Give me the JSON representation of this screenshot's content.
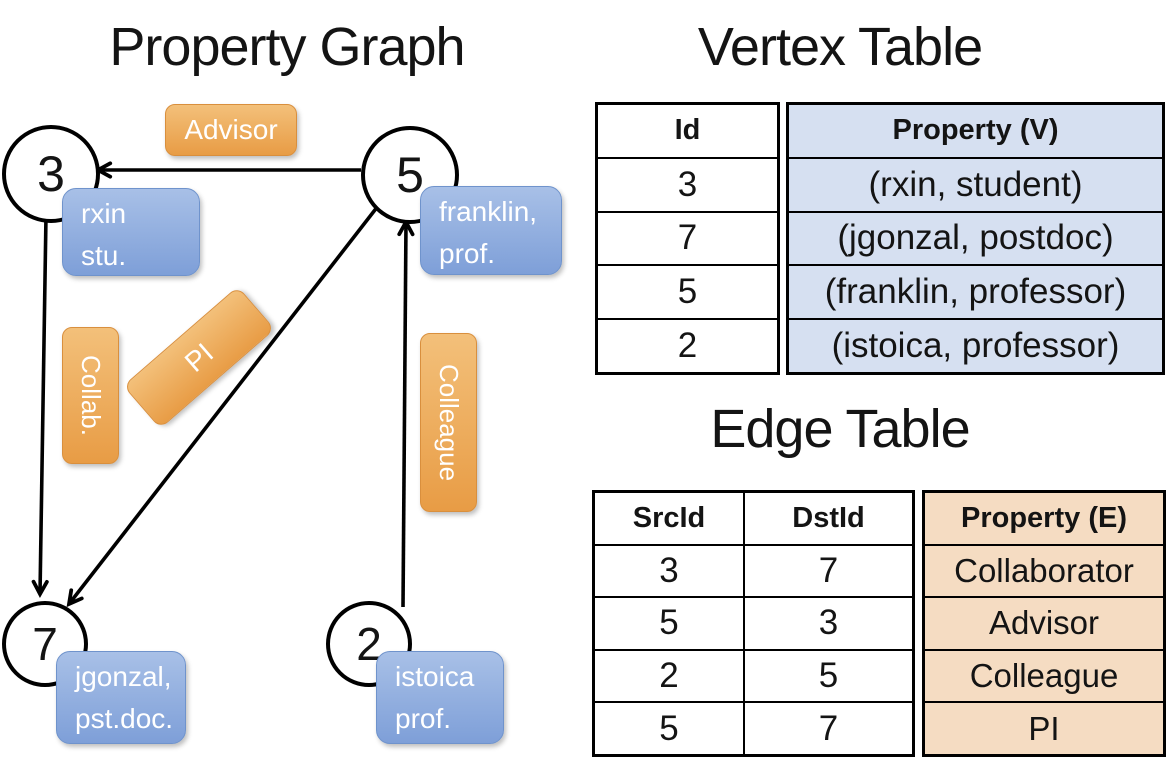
{
  "graph": {
    "title": "Property Graph",
    "nodes": [
      {
        "id": "3",
        "property": {
          "line1": "rxin",
          "line2": "stu."
        }
      },
      {
        "id": "5",
        "property": {
          "line1": "franklin,",
          "line2": "prof."
        }
      },
      {
        "id": "7",
        "property": {
          "line1": "jgonzal,",
          "line2": "pst.doc."
        }
      },
      {
        "id": "2",
        "property": {
          "line1": "istoica",
          "line2": "prof."
        }
      }
    ],
    "edge_labels": [
      "Advisor",
      "Collab.",
      "PI",
      "Colleague"
    ]
  },
  "vertex_table": {
    "title": "Vertex Table",
    "columns": {
      "id": "Id",
      "property": "Property (V)"
    },
    "rows": [
      {
        "id": "3",
        "property": "(rxin, student)"
      },
      {
        "id": "7",
        "property": "(jgonzal, postdoc)"
      },
      {
        "id": "5",
        "property": "(franklin, professor)"
      },
      {
        "id": "2",
        "property": "(istoica, professor)"
      }
    ]
  },
  "edge_table": {
    "title": "Edge Table",
    "columns": {
      "src": "SrcId",
      "dst": "DstId",
      "property": "Property (E)"
    },
    "rows": [
      {
        "src": "3",
        "dst": "7",
        "property": "Collaborator"
      },
      {
        "src": "5",
        "dst": "3",
        "property": "Advisor"
      },
      {
        "src": "2",
        "dst": "5",
        "property": "Colleague"
      },
      {
        "src": "5",
        "dst": "7",
        "property": "PI"
      }
    ]
  },
  "colors": {
    "vertex_box_top": "#a8c0e7",
    "vertex_box_bottom": "#7e9fd8",
    "edge_box_top": "#f3c07a",
    "edge_box_bottom": "#e89c45",
    "vertex_table_fill": "#d6e0f1",
    "edge_table_fill": "#f5dcc2",
    "line": "#000000",
    "text_on_boxes": "#ffffff"
  }
}
